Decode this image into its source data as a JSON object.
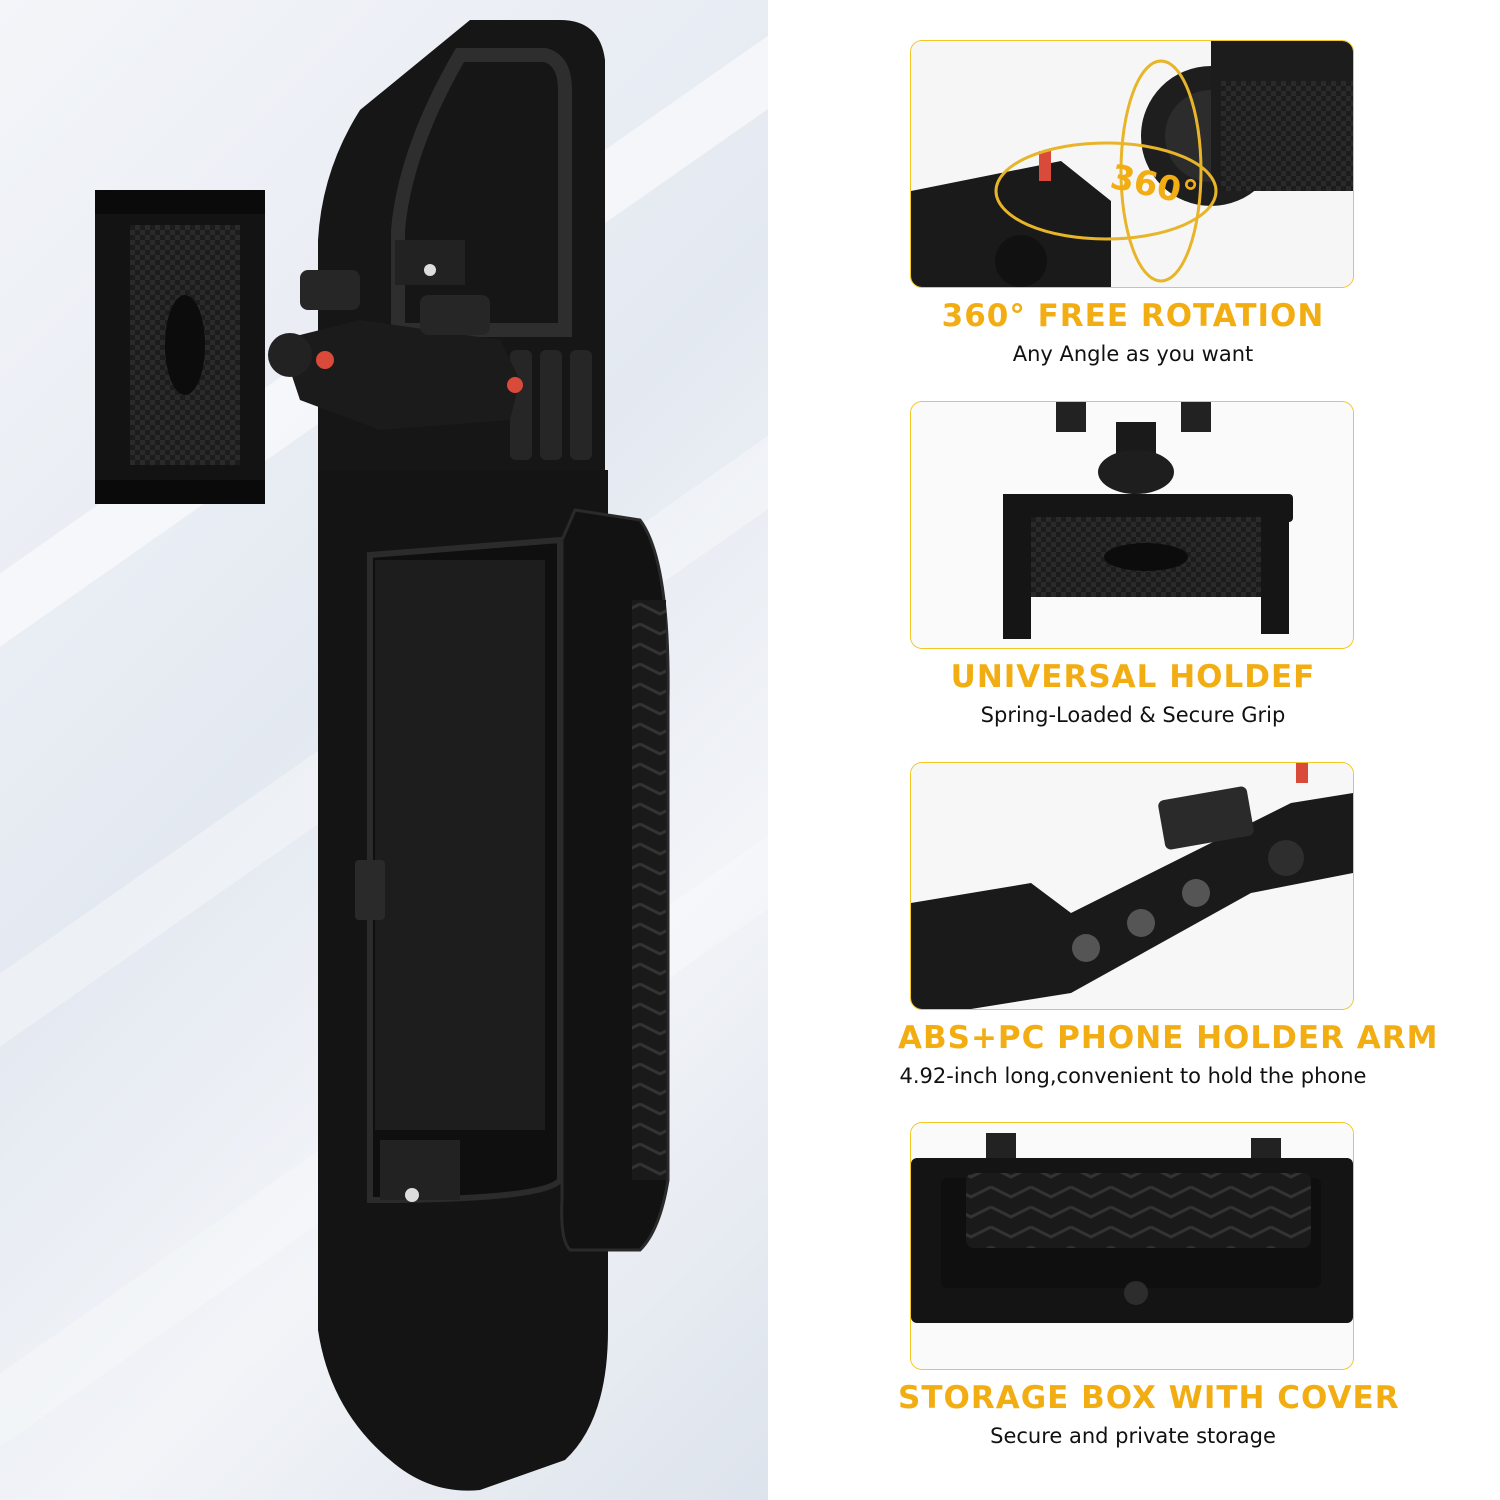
{
  "colors": {
    "accent": "#f2ad13",
    "card_border": "#f3c623",
    "product": "#141414",
    "text": "#111111"
  },
  "features": [
    {
      "title": "360° FREE ROTATION",
      "subtitle": "Any Angle as you want",
      "badge": "360°"
    },
    {
      "title": "UNIVERSAL HOLDEF",
      "subtitle": "Spring-Loaded & Secure Grip"
    },
    {
      "title": "ABS+PC PHONE HOLDER ARM",
      "subtitle": "4.92-inch long,convenient to hold the phone"
    },
    {
      "title": "STORAGE BOX WITH COVER",
      "subtitle": "Secure and private storage"
    }
  ]
}
